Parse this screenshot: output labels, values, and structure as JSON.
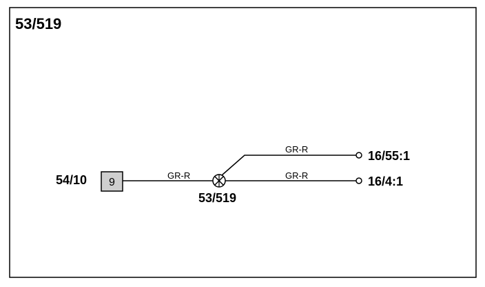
{
  "diagram": {
    "title": "53/519",
    "connector": {
      "id": "54/10",
      "pin": "9"
    },
    "splice": {
      "id": "53/519"
    },
    "wires": [
      {
        "color_code": "GR-R"
      },
      {
        "color_code": "GR-R",
        "destination": "16/55:1"
      },
      {
        "color_code": "GR-R",
        "destination": "16/4:1"
      }
    ]
  }
}
